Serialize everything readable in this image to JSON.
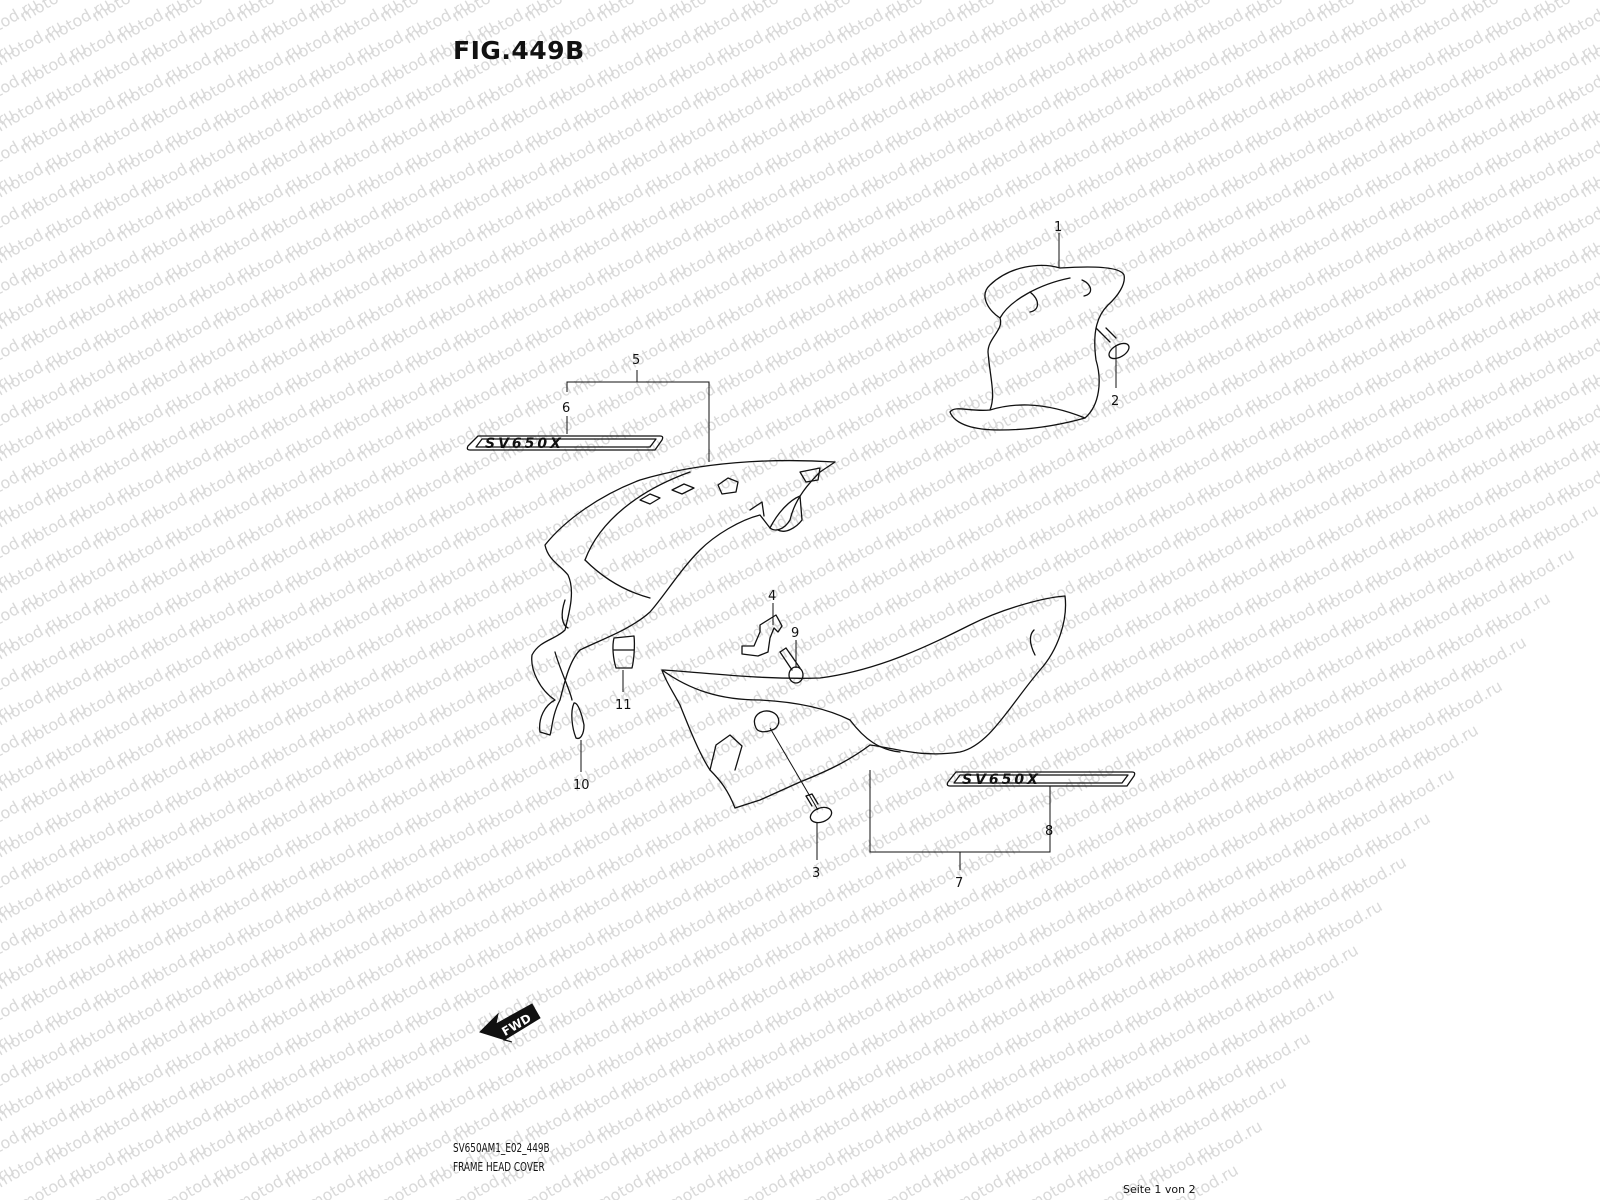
{
  "figure": {
    "title": "FIG.449B",
    "code": "SV650AM1_E02_449B",
    "caption": "FRAME HEAD COVER",
    "page": "Seite 1 von 2",
    "watermark": "motod.ru",
    "badge_text": "SV650X",
    "fwd_label": "FWD"
  },
  "callouts": [
    "1",
    "2",
    "3",
    "4",
    "5",
    "6",
    "7",
    "8",
    "9",
    "10",
    "11"
  ],
  "colors": {
    "line": "#111111",
    "watermark": "#d9d9d9",
    "background": "#ffffff"
  }
}
